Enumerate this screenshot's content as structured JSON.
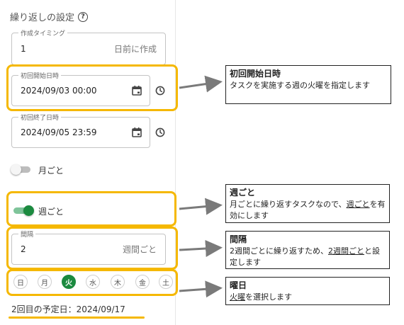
{
  "section": {
    "title": "繰り返しの設定",
    "help_icon": "?"
  },
  "timing_field": {
    "label": "作成タイミング",
    "value": "1",
    "suffix": "日前に作成"
  },
  "first_start": {
    "label": "初回開始日時",
    "value": "2024/09/03 00:00"
  },
  "first_end": {
    "label": "初回終了日時",
    "value": "2024/09/05 23:59"
  },
  "monthly": {
    "label": "月ごと",
    "checked": false
  },
  "weekly": {
    "label": "週ごと",
    "checked": true
  },
  "interval_field": {
    "label": "間隔",
    "value": "2",
    "suffix": "週間ごと"
  },
  "weekdays": [
    {
      "label": "日",
      "selected": false
    },
    {
      "label": "月",
      "selected": false
    },
    {
      "label": "火",
      "selected": true
    },
    {
      "label": "水",
      "selected": false
    },
    {
      "label": "木",
      "selected": false
    },
    {
      "label": "金",
      "selected": false
    },
    {
      "label": "土",
      "selected": false
    }
  ],
  "next_date": "2回目の予定日：2024/09/17",
  "callouts": {
    "first_start": {
      "title": "初回開始日時",
      "body": "タスクを実施する週の火曜を指定します"
    },
    "weekly": {
      "title": "週ごと",
      "body_pre": "月ごとに繰り返すタスクなので、",
      "body_u": "週ごと",
      "body_post": "を有効にします"
    },
    "interval": {
      "title": "間隔",
      "body_pre": "2週間ごとに繰り返すため、",
      "body_u": "2週間ごと",
      "body_post": "と設定します"
    },
    "weekday": {
      "title": "曜日",
      "body_u": "火曜",
      "body_post": "を選択します"
    }
  },
  "colors": {
    "accent_green": "#1b8a3f",
    "highlight_yellow": "#f5b800",
    "arrow_gray": "#7a7a7a"
  }
}
